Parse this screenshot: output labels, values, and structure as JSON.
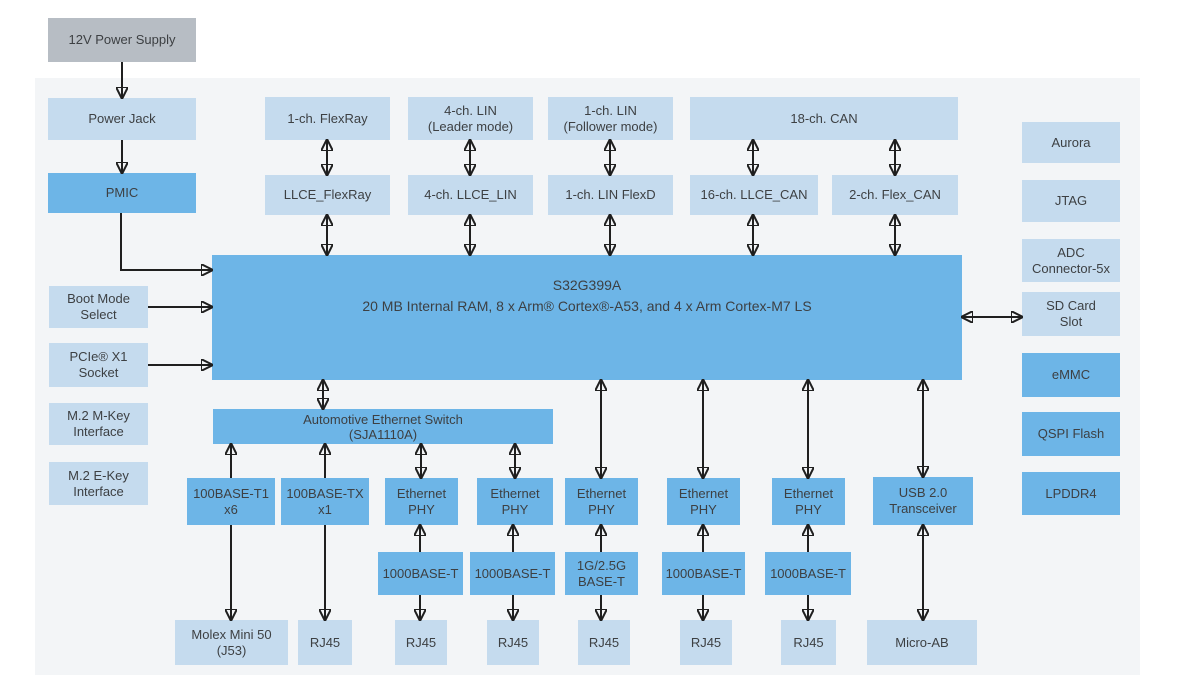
{
  "colors": {
    "box_light": "#c5dbee",
    "box_mid": "#6db5e7",
    "box_gray": "#b7bdc4",
    "panel_bg": "#f3f5f7",
    "arrow": "#1f1f1f",
    "text": "#3d4043"
  },
  "nodes": {
    "power_supply": {
      "label": "12V Power Supply"
    },
    "power_jack": {
      "label": "Power Jack"
    },
    "pmic": {
      "label": "PMIC"
    },
    "boot_mode": {
      "line1": "Boot Mode",
      "line2": "Select"
    },
    "pcie_socket": {
      "line1": "PCIe® X1",
      "line2": "Socket"
    },
    "m2_mkey": {
      "line1": "M.2 M-Key",
      "line2": "Interface"
    },
    "m2_ekey": {
      "line1": "M.2 E-Key",
      "line2": "Interface"
    },
    "flexray": {
      "label": "1-ch. FlexRay"
    },
    "lin_leader": {
      "line1": "4-ch. LIN",
      "line2": "(Leader mode)"
    },
    "lin_follower": {
      "line1": "1-ch. LIN",
      "line2": "(Follower mode)"
    },
    "can": {
      "label": "18-ch. CAN"
    },
    "llce_flexray": {
      "label": "LLCE_FlexRay"
    },
    "llce_lin": {
      "label": "4-ch. LLCE_LIN"
    },
    "lin_flexd": {
      "label": "1-ch. LIN FlexD"
    },
    "llce_can": {
      "label": "16-ch. LLCE_CAN"
    },
    "flex_can": {
      "label": "2-ch. Flex_CAN"
    },
    "soc": {
      "line1": "S32G399A",
      "line2": "20 MB Internal RAM, 8 x Arm® Cortex®-A53, and 4 x Arm Cortex-M7 LS"
    },
    "eth_switch": {
      "line1": "Automotive Ethernet Switch",
      "line2": "(SJA1110A)"
    },
    "base_t1": {
      "line1": "100BASE-T1",
      "line2": "x6"
    },
    "base_tx": {
      "line1": "100BASE-TX",
      "line2": "x1"
    },
    "ethernet_phy": {
      "line1": "Ethernet",
      "line2": "PHY"
    },
    "usb": {
      "line1": "USB 2.0",
      "line2": "Transceiver"
    },
    "gbe": {
      "label": "1000BASE-T"
    },
    "mgbe": {
      "line1": "1G/2.5G",
      "line2": "BASE-T"
    },
    "molex": {
      "line1": "Molex Mini 50",
      "line2": "(J53)"
    },
    "rj45": {
      "label": "RJ45"
    },
    "micro_ab": {
      "label": "Micro-AB"
    },
    "aurora": {
      "label": "Aurora"
    },
    "jtag": {
      "label": "JTAG"
    },
    "adc": {
      "line1": "ADC",
      "line2": "Connector-5x"
    },
    "sd_card": {
      "line1": "SD Card",
      "line2": "Slot"
    },
    "emmc": {
      "label": "eMMC"
    },
    "qspi": {
      "label": "QSPI Flash"
    },
    "lpddr4": {
      "label": "LPDDR4"
    }
  }
}
